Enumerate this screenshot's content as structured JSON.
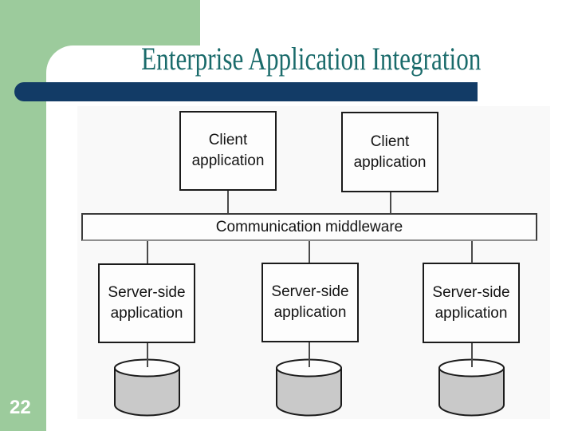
{
  "slide": {
    "title": "Enterprise Application Integration",
    "page_number": "22"
  },
  "diagram": {
    "client_boxes": [
      {
        "label": "Client\napplication"
      },
      {
        "label": "Client\napplication"
      }
    ],
    "middleware_label": "Communication middleware",
    "server_boxes": [
      {
        "label": "Server-side\napplication"
      },
      {
        "label": "Server-side\napplication"
      },
      {
        "label": "Server-side\napplication"
      }
    ],
    "database_count": "3"
  },
  "colors": {
    "accent_green": "#9ccb9c",
    "bar_navy": "#123b66",
    "title_teal": "#1a6b6b",
    "cylinder_gray": "#c9c9c9",
    "box_border": "#1b1b1b"
  }
}
